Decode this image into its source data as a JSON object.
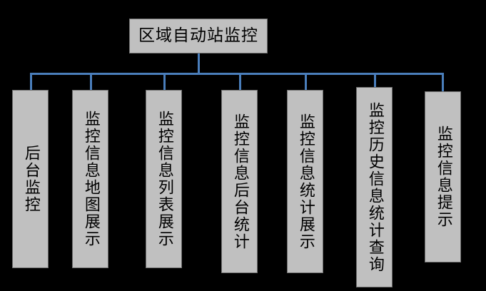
{
  "diagram": {
    "type": "organizational-tree",
    "orientation": "top-down",
    "background_color": "#000000",
    "node_fill_color": "#c0c0c0",
    "node_border_color": "#6e6e6e",
    "connector_color": "#4a7ebb",
    "text_color": "#000000",
    "root": {
      "label": "区域自动站监控"
    },
    "children": [
      {
        "label": "后台监控"
      },
      {
        "label": "监控信息地图展示"
      },
      {
        "label": "监控信息列表展示"
      },
      {
        "label": "监控信息后台统计"
      },
      {
        "label": "监控信息统计展示"
      },
      {
        "label": "监控历史信息统计查询"
      },
      {
        "label": "监控信息提示"
      }
    ]
  }
}
